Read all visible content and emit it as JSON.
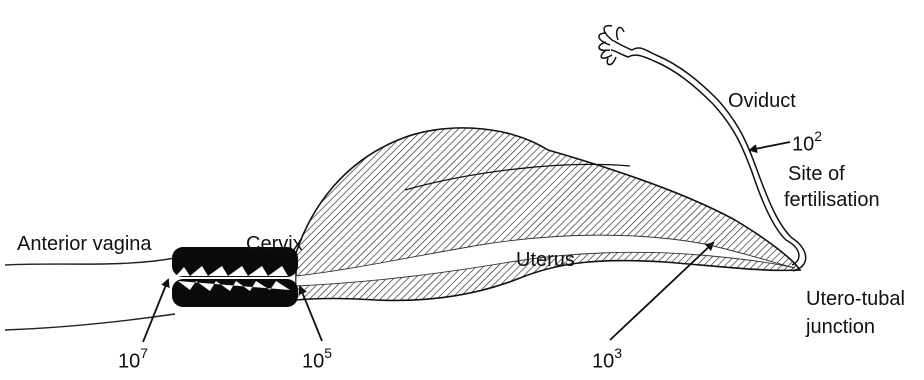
{
  "labels": {
    "anterior_vagina": "Anterior vagina",
    "cervix": "Cervix",
    "uterus": "Uterus",
    "oviduct": "Oviduct",
    "site_line1": "Site of",
    "site_line2": "fertilisation",
    "utj_line1": "Utero-tubal",
    "utj_line2": "junction"
  },
  "counts": {
    "vagina": {
      "base": "10",
      "exp": "7"
    },
    "cervix": {
      "base": "10",
      "exp": "5"
    },
    "uterus": {
      "base": "10",
      "exp": "3"
    },
    "oviduct": {
      "base": "10",
      "exp": "2"
    }
  },
  "colors": {
    "ink": "#111111",
    "cervix_fill": "#0a0a0a",
    "paper": "#ffffff"
  }
}
